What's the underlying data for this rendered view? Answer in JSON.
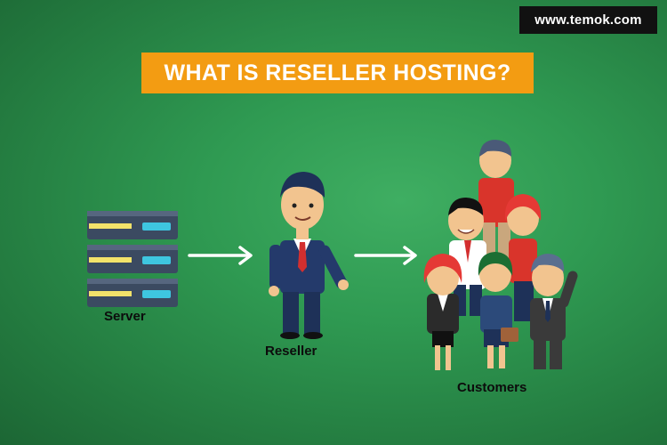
{
  "watermark": {
    "text": "www.temok.com"
  },
  "title": {
    "text": "WHAT IS RESELLER HOSTING?"
  },
  "labels": {
    "server": "Server",
    "reseller": "Reseller",
    "customers": "Customers"
  },
  "colors": {
    "background": "#2f9a52",
    "title_bg": "#f39c12",
    "watermark_bg": "#111111",
    "arrow": "#ffffff"
  }
}
